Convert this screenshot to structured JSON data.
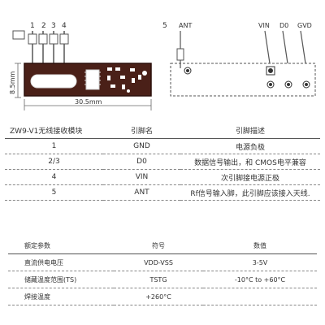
{
  "diagram": {
    "pin_numbers": [
      "1",
      "2",
      "3",
      "4"
    ],
    "ant_pin_number": "5",
    "ant_label": "ANT",
    "height_dim": "8.5mm",
    "width_dim": "30.5mm",
    "right_labels": [
      "VIN",
      "D0",
      "GVD"
    ]
  },
  "pin_table": {
    "headers": [
      "ZW9-V1无线接收模块",
      "引脚名",
      "引脚描述"
    ],
    "rows": [
      {
        "num": "1",
        "name": "GND",
        "desc": "电源负极"
      },
      {
        "num": "2/3",
        "name": "D0",
        "desc": "数据信号输出，和 CMOS电平兼容"
      },
      {
        "num": "4",
        "name": "VIN",
        "desc": "次引脚接电源正极"
      },
      {
        "num": "5",
        "name": "ANT",
        "desc": "Rf信号输入脚，此引脚应该接入天线."
      }
    ]
  },
  "param_table": {
    "headers": [
      "额定参数",
      "符号",
      "数值"
    ],
    "rows": [
      {
        "param": "直流供电电压",
        "symbol": "VDD-VSS",
        "value": "3-5V"
      },
      {
        "param": "储藏温度范围(TS)",
        "symbol": "TSTG",
        "value": "-10°C to +60°C"
      },
      {
        "param": "焊接温度",
        "symbol": "+260°C",
        "value": ""
      }
    ]
  }
}
